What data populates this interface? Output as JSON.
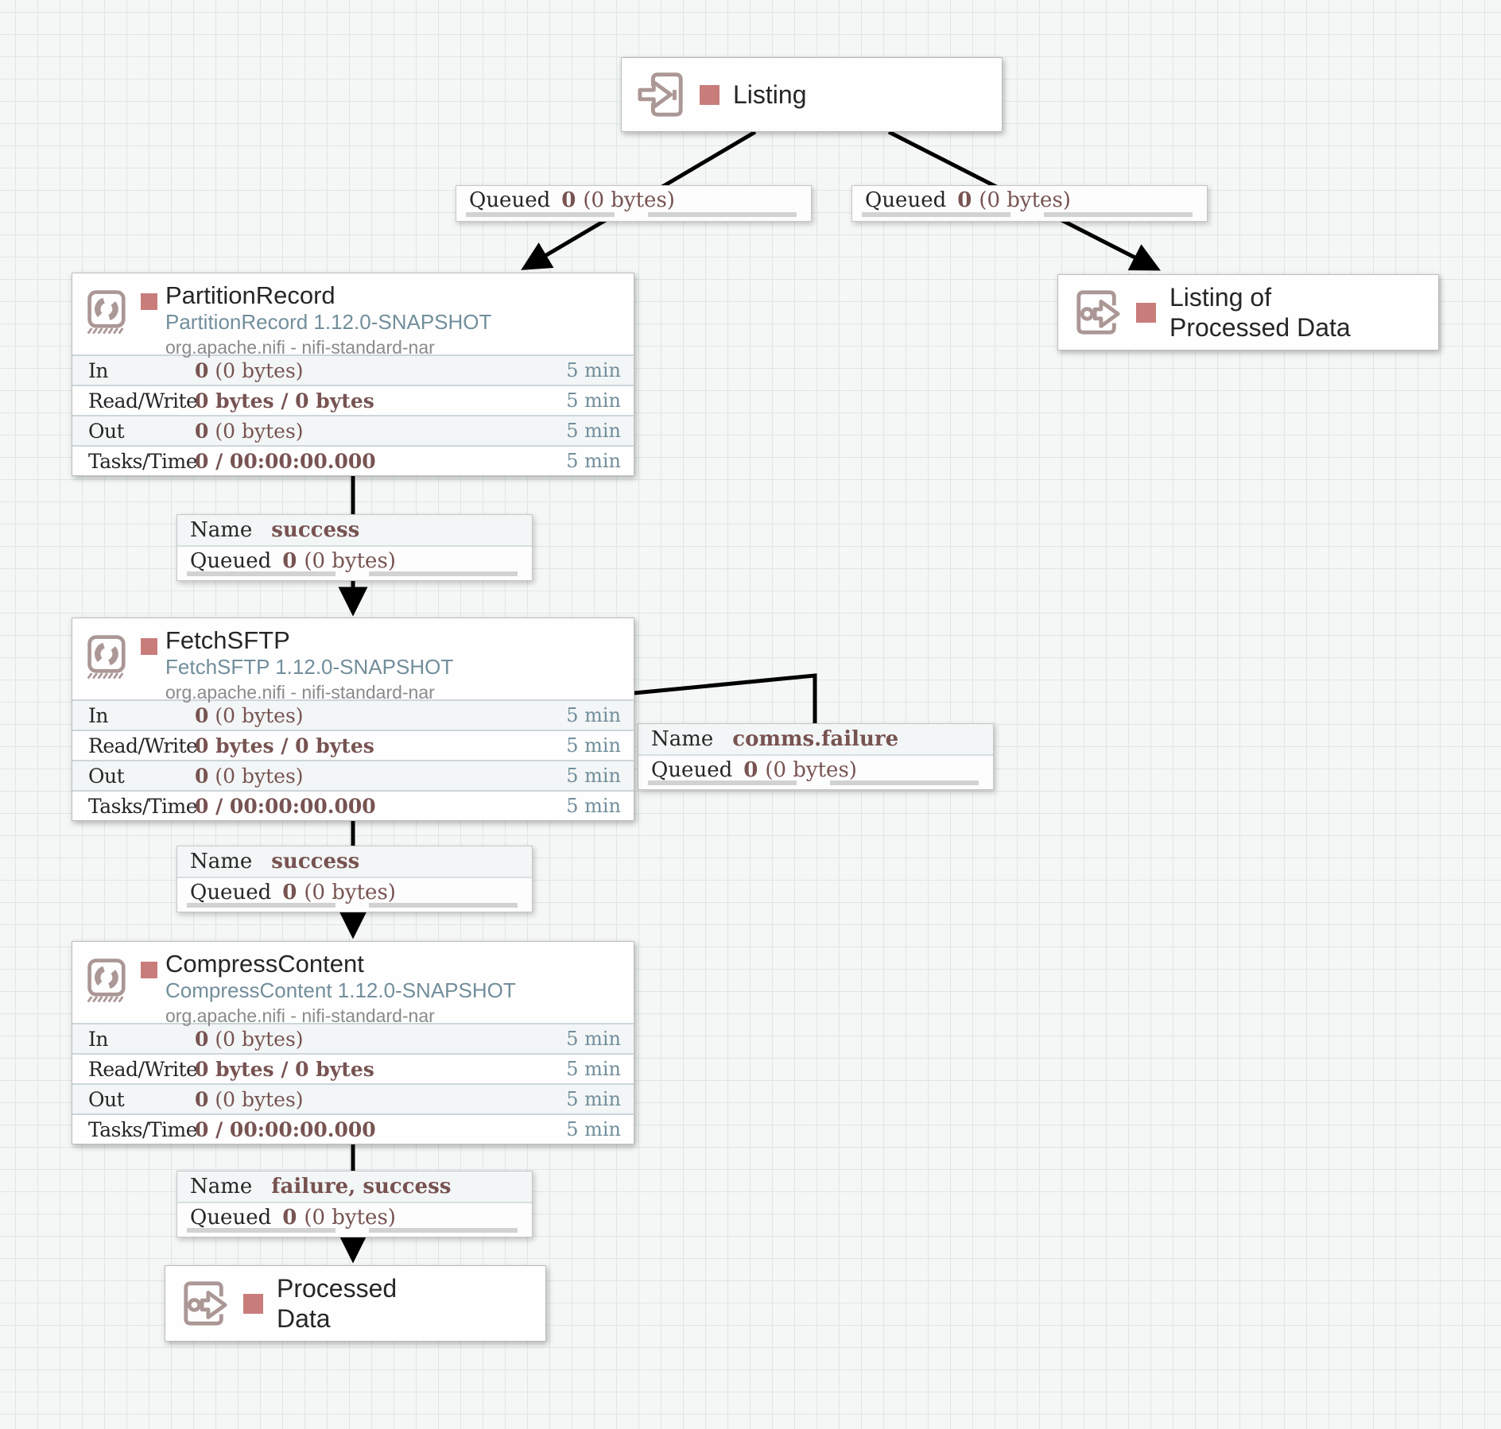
{
  "canvas": {
    "background": "#f5f7f7",
    "grid_line_color": "#dee6e7",
    "accent_stopped_color": "#c87d7b",
    "icon_color": "#ab9795",
    "value_color": "#775351",
    "type_color": "#728e9b"
  },
  "ports": {
    "listing": {
      "kind": "input",
      "label": "Listing"
    },
    "listing_processed": {
      "kind": "output",
      "lines": [
        "Listing of",
        "Processed Data"
      ]
    },
    "processed": {
      "kind": "output",
      "lines": [
        "Processed",
        "Data"
      ]
    }
  },
  "processors": [
    {
      "name": "PartitionRecord",
      "type": "PartitionRecord 1.12.0-SNAPSHOT",
      "bundle": "org.apache.nifi - nifi-standard-nar",
      "rows": [
        {
          "label": "In",
          "bold": "0",
          "rest": "(0 bytes)",
          "time": "5 min"
        },
        {
          "label": "Read/Write",
          "bold": "0 bytes / 0 bytes",
          "rest": "",
          "time": "5 min"
        },
        {
          "label": "Out",
          "bold": "0",
          "rest": "(0 bytes)",
          "time": "5 min"
        },
        {
          "label": "Tasks/Time",
          "bold": "0 / 00:00:00.000",
          "rest": "",
          "time": "5 min"
        }
      ]
    },
    {
      "name": "FetchSFTP",
      "type": "FetchSFTP 1.12.0-SNAPSHOT",
      "bundle": "org.apache.nifi - nifi-standard-nar",
      "rows": [
        {
          "label": "In",
          "bold": "0",
          "rest": "(0 bytes)",
          "time": "5 min"
        },
        {
          "label": "Read/Write",
          "bold": "0 bytes / 0 bytes",
          "rest": "",
          "time": "5 min"
        },
        {
          "label": "Out",
          "bold": "0",
          "rest": "(0 bytes)",
          "time": "5 min"
        },
        {
          "label": "Tasks/Time",
          "bold": "0 / 00:00:00.000",
          "rest": "",
          "time": "5 min"
        }
      ]
    },
    {
      "name": "CompressContent",
      "type": "CompressContent 1.12.0-SNAPSHOT",
      "bundle": "org.apache.nifi - nifi-standard-nar",
      "rows": [
        {
          "label": "In",
          "bold": "0",
          "rest": "(0 bytes)",
          "time": "5 min"
        },
        {
          "label": "Read/Write",
          "bold": "0 bytes / 0 bytes",
          "rest": "",
          "time": "5 min"
        },
        {
          "label": "Out",
          "bold": "0",
          "rest": "(0 bytes)",
          "time": "5 min"
        },
        {
          "label": "Tasks/Time",
          "bold": "0 / 00:00:00.000",
          "rest": "",
          "time": "5 min"
        }
      ]
    }
  ],
  "connections": {
    "labels": {
      "name": "Name",
      "queued": "Queued"
    },
    "listing_to_partition": {
      "count": "0",
      "size": "(0 bytes)"
    },
    "listing_to_output": {
      "count": "0",
      "size": "(0 bytes)"
    },
    "partition_to_fetch": {
      "name": "success",
      "count": "0",
      "size": "(0 bytes)"
    },
    "fetch_selfloop": {
      "name": "comms.failure",
      "count": "0",
      "size": "(0 bytes)"
    },
    "fetch_to_compress": {
      "name": "success",
      "count": "0",
      "size": "(0 bytes)"
    },
    "compress_to_processed": {
      "name": "failure, success",
      "count": "0",
      "size": "(0 bytes)"
    }
  }
}
